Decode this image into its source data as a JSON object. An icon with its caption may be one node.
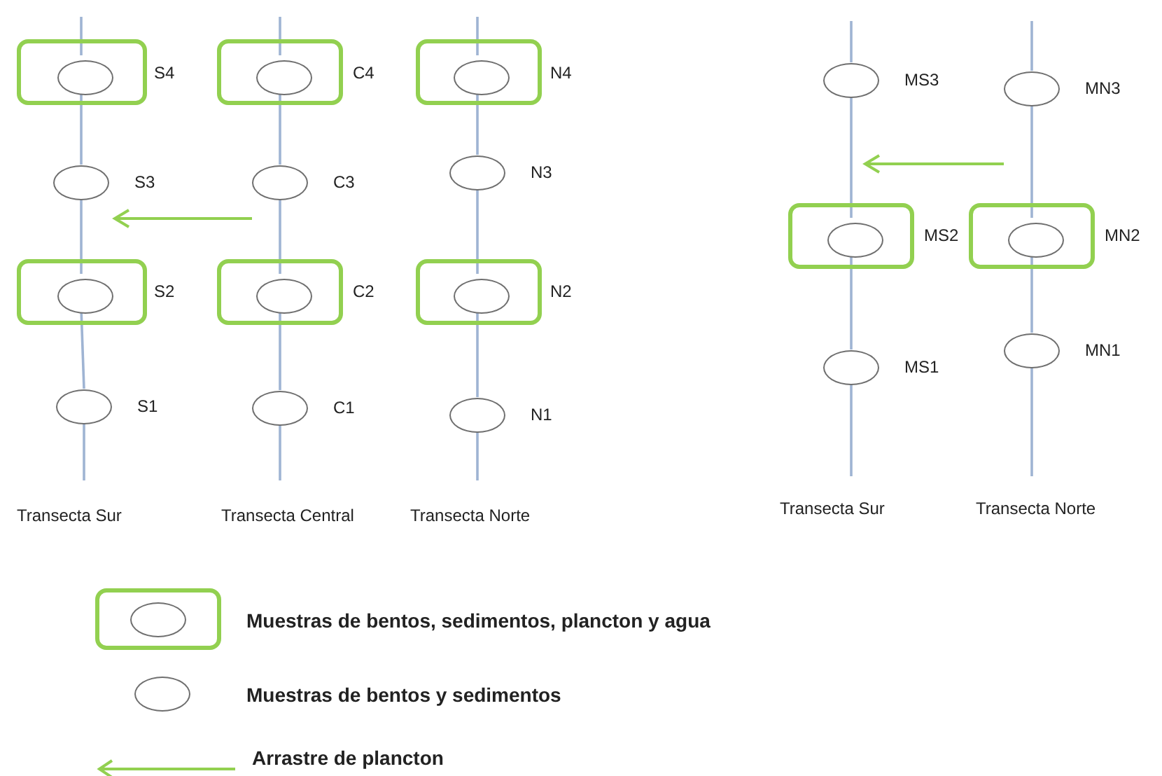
{
  "diagram": {
    "nodes": [
      {
        "text": [],
        "shape": "box"
      },
      {
        "text": [],
        "shape": "circle",
        "in": 0,
        "beside": [
          "S4"
        ]
      },
      {
        "text": [],
        "shape": "circle",
        "beside": [
          "S3"
        ]
      },
      {
        "text": [],
        "shape": "box"
      },
      {
        "text": [],
        "shape": "circle",
        "in": 3,
        "beside": [
          "S2"
        ]
      },
      {
        "text": [],
        "shape": "circle",
        "beside": [
          "S1"
        ]
      },
      {
        "text": [],
        "shape": "box"
      },
      {
        "text": [],
        "shape": "circle",
        "in": 6,
        "beside": [
          "C4"
        ]
      },
      {
        "text": [],
        "shape": "circle",
        "beside": [
          "C3"
        ]
      },
      {
        "text": [],
        "shape": "box"
      },
      {
        "text": [],
        "shape": "circle",
        "in": 9,
        "beside": [
          "C2"
        ]
      },
      {
        "text": [],
        "shape": "circle",
        "beside": [
          "C1"
        ]
      },
      {
        "text": [],
        "shape": "box"
      },
      {
        "text": [],
        "shape": "circle",
        "in": 12,
        "beside": [
          "N4"
        ]
      },
      {
        "text": [],
        "shape": "circle",
        "beside": [
          "N3"
        ]
      },
      {
        "text": [],
        "shape": "box"
      },
      {
        "text": [],
        "shape": "circle",
        "in": 15,
        "beside": [
          "N2"
        ]
      },
      {
        "text": [],
        "shape": "circle",
        "beside": [
          "N1"
        ]
      },
      {
        "text": [],
        "shape": "circle",
        "beside": [
          "MS3"
        ]
      },
      {
        "text": [],
        "shape": "box"
      },
      {
        "text": [],
        "shape": "circle",
        "in": 19,
        "beside": [
          "MS2"
        ]
      },
      {
        "text": [],
        "shape": "circle",
        "beside": [
          "MS1"
        ]
      },
      {
        "text": [],
        "shape": "circle",
        "beside": [
          "MN3"
        ]
      },
      {
        "text": [],
        "shape": "box"
      },
      {
        "text": [],
        "shape": "circle",
        "in": 23,
        "beside": [
          "MN2"
        ]
      },
      {
        "text": [],
        "shape": "circle",
        "beside": [
          "MN1"
        ]
      }
    ],
    "edges": [
      {
        "from": null,
        "to": 1,
        "arrow": "none"
      },
      {
        "from": 1,
        "to": 2,
        "arrow": "none"
      },
      {
        "from": 2,
        "to": 4,
        "arrow": "none"
      },
      {
        "from": 4,
        "to": 5,
        "arrow": "none"
      },
      {
        "from": 5,
        "to": null,
        "arrow": "none"
      },
      {
        "from": null,
        "to": 7,
        "arrow": "none"
      },
      {
        "from": 7,
        "to": 8,
        "arrow": "none"
      },
      {
        "from": 8,
        "to": 10,
        "arrow": "none"
      },
      {
        "from": 10,
        "to": 11,
        "arrow": "none"
      },
      {
        "from": 11,
        "to": null,
        "arrow": "none"
      },
      {
        "from": null,
        "to": 13,
        "arrow": "none"
      },
      {
        "from": 13,
        "to": 14,
        "arrow": "none"
      },
      {
        "from": 14,
        "to": 16,
        "arrow": "none"
      },
      {
        "from": 16,
        "to": 17,
        "arrow": "none"
      },
      {
        "from": 17,
        "to": null,
        "arrow": "none"
      },
      {
        "from": null,
        "to": 18,
        "arrow": "none"
      },
      {
        "from": 18,
        "to": 20,
        "arrow": "none"
      },
      {
        "from": 20,
        "to": 21,
        "arrow": "none"
      },
      {
        "from": 21,
        "to": null,
        "arrow": "none"
      },
      {
        "from": null,
        "to": 22,
        "arrow": "none"
      },
      {
        "from": 22,
        "to": 24,
        "arrow": "none"
      },
      {
        "from": 24,
        "to": 25,
        "arrow": "none"
      },
      {
        "from": 25,
        "to": null,
        "arrow": "none"
      }
    ],
    "labels": [
      "Transecta Sur",
      "Transecta Central",
      "Transecta Norte",
      "Transecta Sur",
      "Transecta Norte"
    ],
    "legend": [
      {
        "text": "Muestras de bentos, sedimentos, plancton y agua"
      },
      {
        "text": "Muestras de bentos y sedimentos"
      },
      {
        "text": "Arrastre de plancton"
      }
    ]
  }
}
